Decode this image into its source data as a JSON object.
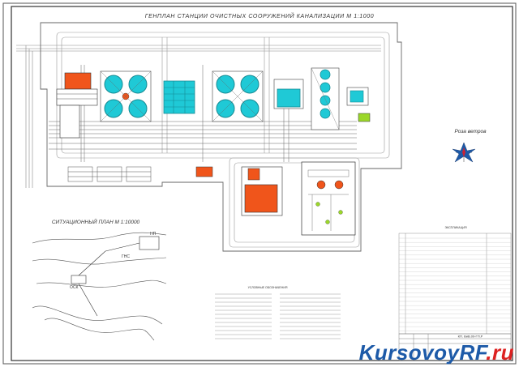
{
  "drawing": {
    "title": "ГЕНПЛАН СТАНЦИИ ОЧИСТНЫХ СООРУЖЕНИЙ КАНАЛИЗАЦИИ М 1:1000",
    "situation_title": "СИТУАЦИОННЫЙ ПЛАН М 1:10000",
    "wind_rose_title": "Роза ветров",
    "legend_title": "УСЛОВНЫЕ ОБОЗНАЧЕНИЯ",
    "explication_title": "ЭКСПЛИКАЦИЯ",
    "stamp_code": "КП. ВиВ.09-ГП.Р",
    "site_labels": {
      "np": "НП",
      "gns": "ГНС",
      "osk": "ОСК"
    }
  },
  "watermark": {
    "part1": "KursovoyRF",
    "part2": ".ru"
  },
  "colors": {
    "orange": "#f0551b",
    "cyan": "#1fc9d6",
    "teal": "#178a93",
    "green": "#9bd72a",
    "line": "#7a7a7a",
    "brand": "#1d5aa8"
  }
}
